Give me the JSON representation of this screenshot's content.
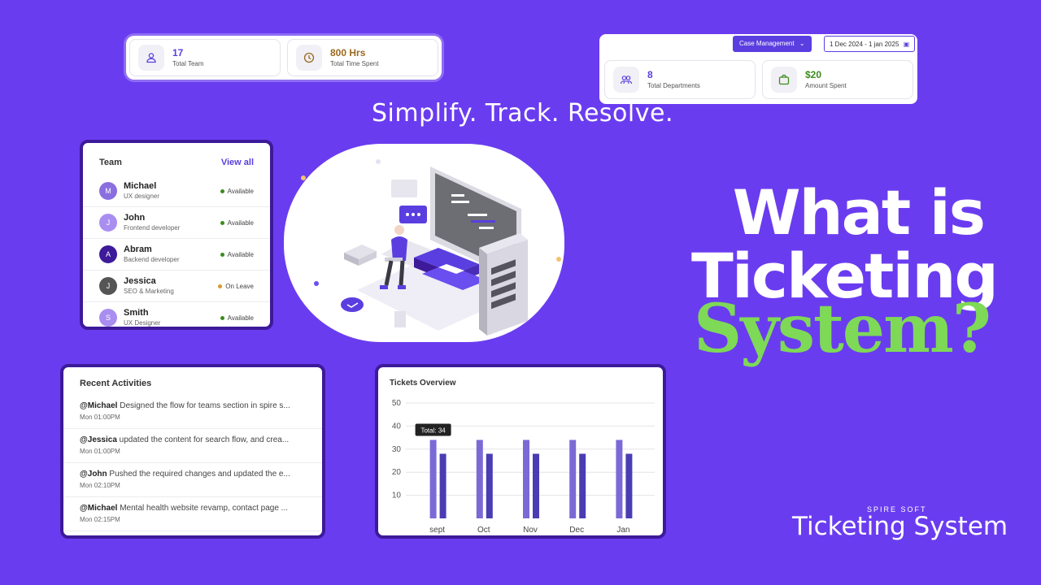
{
  "stats_top": [
    {
      "value": "17",
      "label": "Total Team",
      "icon": "user-icon",
      "color": "#5a3ee0"
    },
    {
      "value": "800 Hrs",
      "label": "Total Time Spent",
      "icon": "clock-icon",
      "color": "#9a6a1e"
    }
  ],
  "filters": {
    "case_management": "Case Management",
    "date_range": "1 Dec 2024 - 1 jan 2025"
  },
  "stats_right": [
    {
      "value": "8",
      "label": "Total Departments",
      "icon": "users-icon",
      "color": "#5a3ee0"
    },
    {
      "value": "$20",
      "label": "Amount Spent",
      "icon": "wallet-icon",
      "color": "#3d8b1e"
    }
  ],
  "tagline": "Simplify. Track. Resolve.",
  "team": {
    "title": "Team",
    "view_all": "View all",
    "members": [
      {
        "initial": "M",
        "name": "Michael",
        "role": "UX designer",
        "status": "Available",
        "avatar_color": "#8a6fe0",
        "status_color": "#3d8b1e"
      },
      {
        "initial": "J",
        "name": "John",
        "role": "Frontend developer",
        "status": "Available",
        "avatar_color": "#a98ef0",
        "status_color": "#3d8b1e"
      },
      {
        "initial": "A",
        "name": "Abram",
        "role": "Backend developer",
        "status": "Available",
        "avatar_color": "#3d1a99",
        "status_color": "#3d8b1e"
      },
      {
        "initial": "J",
        "name": "Jessica",
        "role": "SEO & Marketing",
        "status": "On Leave",
        "avatar_color": "#555555",
        "status_color": "#d99a2b"
      },
      {
        "initial": "S",
        "name": "Smith",
        "role": "UX Designer",
        "status": "Available",
        "avatar_color": "#a98ef0",
        "status_color": "#3d8b1e"
      }
    ]
  },
  "headline": {
    "line1": "What is",
    "line2": "Ticketing",
    "line3": "System?"
  },
  "activities": {
    "title": "Recent Activities",
    "items": [
      {
        "user": "@Michael",
        "text": " Designed the flow for teams section in spire s...",
        "time": "Mon 01:00PM"
      },
      {
        "user": "@Jessica",
        "text": " updated the content for search flow, and crea...",
        "time": "Mon 01:00PM"
      },
      {
        "user": "@John",
        "text": " Pushed the required changes and updated the e...",
        "time": "Mon 02:10PM"
      },
      {
        "user": "@Michael",
        "text": " Mental health website revamp, contact page ...",
        "time": "Mon 02:15PM"
      }
    ]
  },
  "chart_data": {
    "type": "bar",
    "title": "Tickets Overview",
    "categories": [
      "sept",
      "Oct",
      "Nov",
      "Dec",
      "Jan"
    ],
    "series": [
      {
        "values": [
          34,
          34,
          34,
          34,
          34
        ],
        "color": "#7b6ad6"
      },
      {
        "values": [
          28,
          28,
          28,
          28,
          28
        ],
        "color": "#4a3db3"
      }
    ],
    "yticks": [
      10,
      20,
      30,
      40,
      50
    ],
    "ylim": [
      0,
      50
    ],
    "grid": true,
    "tooltip": "Total: 34"
  },
  "brand": {
    "small": "SPIRE SOFT",
    "large": "Ticketing System"
  }
}
